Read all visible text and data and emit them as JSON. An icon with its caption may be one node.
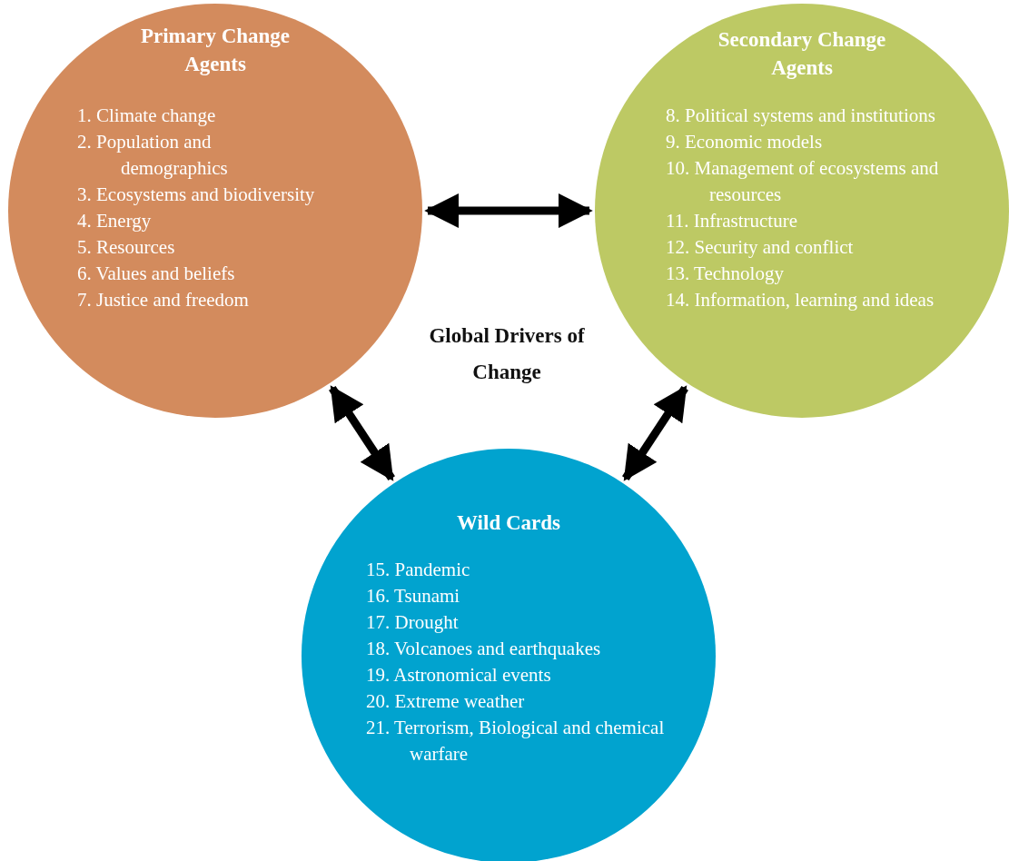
{
  "diagram": {
    "title": "Global Drivers of Change",
    "nodes": [
      {
        "text": [
          "Primary Change Agents",
          "1. Climate change",
          "2. Population and demographics",
          "3. Ecosystems and biodiversity",
          "4. Energy",
          "5. Resources",
          "6. Values and beliefs",
          "7. Justice and freedom"
        ]
      },
      {
        "text": [
          "Secondary Change Agents",
          "8. Political systems and institutions",
          "9. Economic models",
          "10. Management of ecosystems and resources",
          "11. Infrastructure",
          "12. Security and conflict",
          "13. Technology",
          "14. Information, learning and ideas"
        ]
      },
      {
        "text": [
          "Wild Cards",
          "15. Pandemic",
          "16. Tsunami",
          "17. Drought",
          "18. Volcanoes and earthquakes",
          "19. Astronomical events",
          "20. Extreme weather",
          "21. Terrorism, Biological and chemical warfare"
        ]
      }
    ],
    "edges": [
      {
        "from": 0,
        "to": 1,
        "arrow": "both"
      },
      {
        "from": 0,
        "to": 2,
        "arrow": "both"
      },
      {
        "from": 2,
        "to": 1,
        "arrow": "both"
      }
    ]
  }
}
